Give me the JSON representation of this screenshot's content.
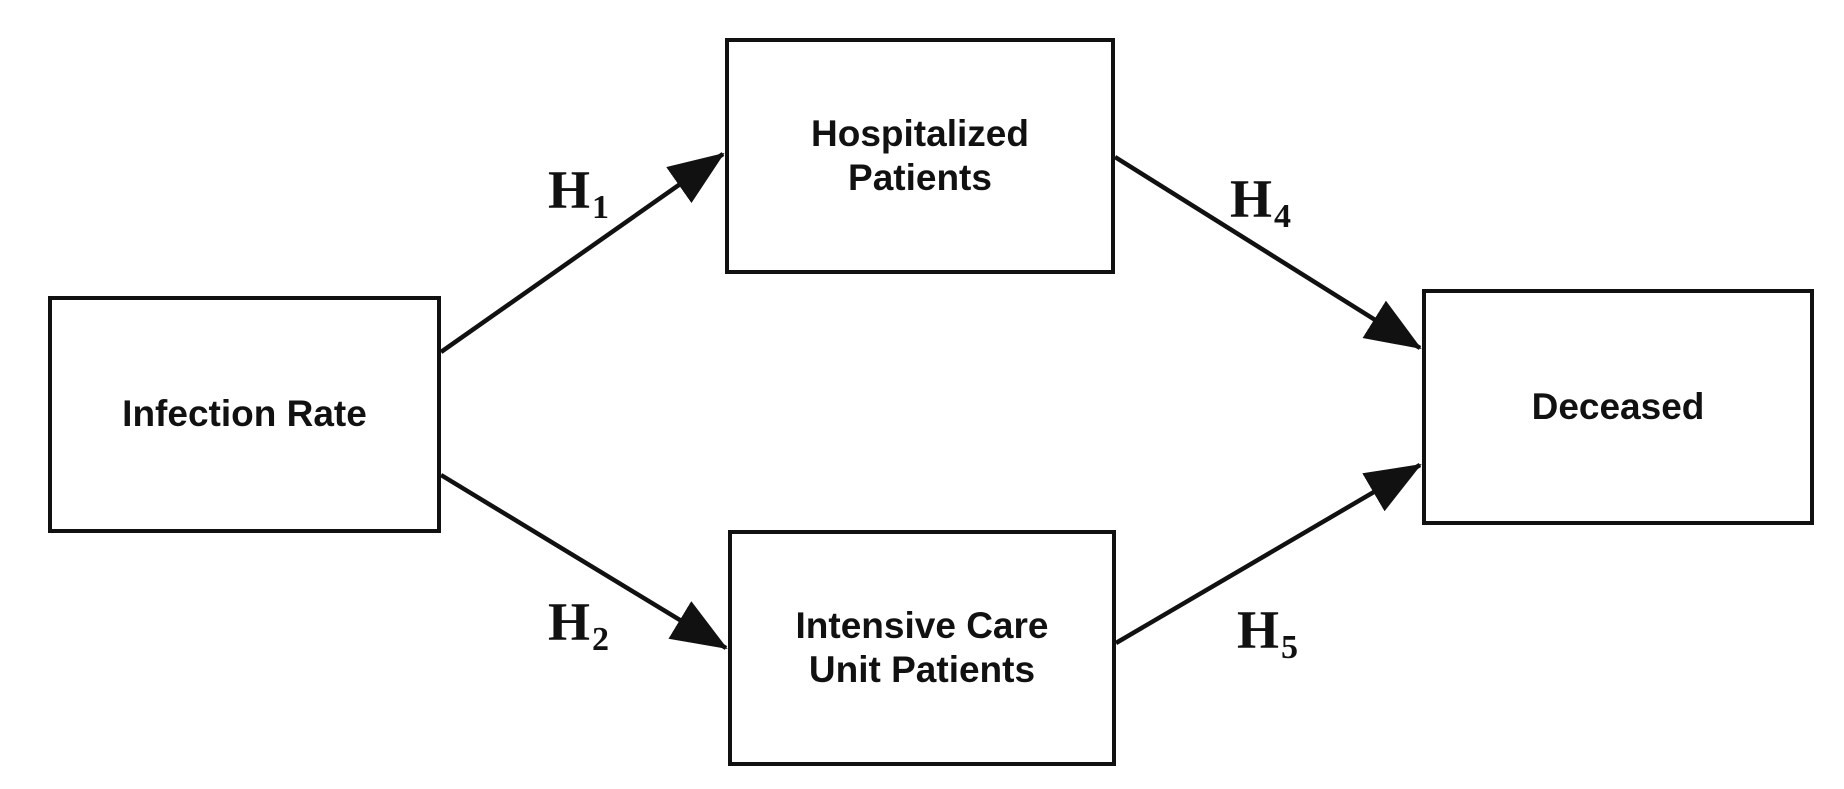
{
  "nodes": {
    "infection_rate": "Infection Rate",
    "hospitalized": "Hospitalized\nPatients",
    "icu": "Intensive Care\nUnit Patients",
    "deceased": "Deceased"
  },
  "hypotheses": {
    "h1": {
      "letter": "H",
      "index": "1"
    },
    "h2": {
      "letter": "H",
      "index": "2"
    },
    "h4": {
      "letter": "H",
      "index": "4"
    },
    "h5": {
      "letter": "H",
      "index": "5"
    }
  },
  "edges": [
    {
      "from": "Infection Rate",
      "to": "Hospitalized Patients",
      "label": "H1"
    },
    {
      "from": "Infection Rate",
      "to": "Intensive Care Unit Patients",
      "label": "H2"
    },
    {
      "from": "Hospitalized Patients",
      "to": "Deceased",
      "label": "H4"
    },
    {
      "from": "Intensive Care Unit Patients",
      "to": "Deceased",
      "label": "H5"
    }
  ],
  "colors": {
    "stroke": "#111111",
    "background": "#ffffff"
  }
}
